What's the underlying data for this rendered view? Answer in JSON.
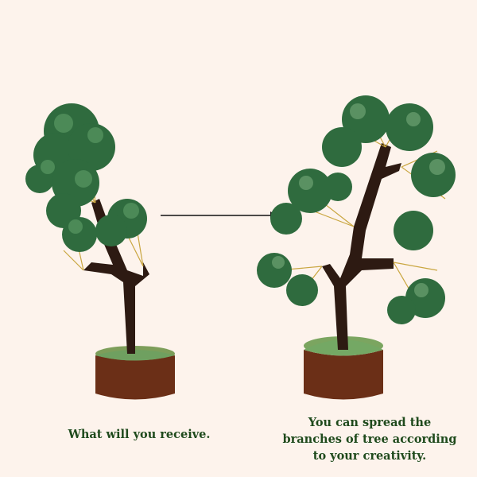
{
  "background_color": "#fdf3ec",
  "text_color": "#1f4a1c",
  "left_panel": {
    "image": "green-aventurine-gem-tree-compact",
    "caption": "What will you receive."
  },
  "arrow": {
    "icon": "right-arrow-icon"
  },
  "right_panel": {
    "image": "green-aventurine-gem-tree-spread",
    "caption_lines": [
      "You can spread the",
      "branches of tree according",
      "to your creativity."
    ]
  }
}
